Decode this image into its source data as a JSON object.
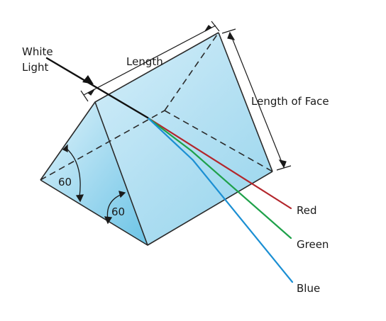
{
  "labels": {
    "white_light_line1": "White",
    "white_light_line2": "Light",
    "length": "Length",
    "length_of_face": "Length of Face",
    "red": "Red",
    "green": "Green",
    "blue": "Blue",
    "angle_left": "60",
    "angle_bottom": "60"
  },
  "colors": {
    "prism_face_light": "#e8f6fc",
    "prism_face_mid": "#a9dcf1",
    "prism_face_dark": "#5fbfe3",
    "edge": "#2a2a2a",
    "ray_white": "#111111",
    "ray_red": "#b3262c",
    "ray_green": "#1fa14a",
    "ray_blue": "#1b8fd3"
  }
}
